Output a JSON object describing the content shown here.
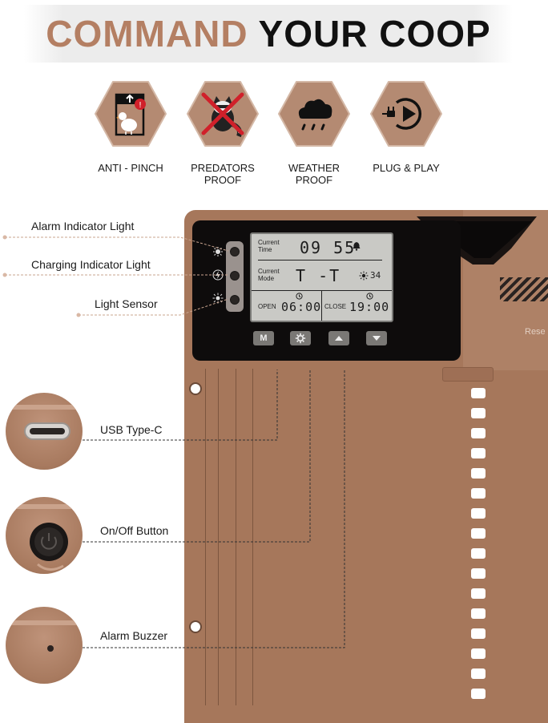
{
  "header": {
    "title_part1": "COMMAND",
    "title_part2": "YOUR COOP"
  },
  "features": [
    {
      "label": "ANTI - PINCH",
      "icon": "anti-pinch-icon"
    },
    {
      "label": "PREDATORS\nPROOF",
      "icon": "predator-proof-icon"
    },
    {
      "label": "WEATHER\nPROOF",
      "icon": "weather-proof-icon"
    },
    {
      "label": "PLUG & PLAY",
      "icon": "plug-play-icon"
    }
  ],
  "callouts": {
    "alarm_indicator": "Alarm Indicator Light",
    "charging_indicator": "Charging Indicator Light",
    "light_sensor": "Light Sensor",
    "usb": "USB Type-C",
    "onoff": "On/Off Button",
    "buzzer": "Alarm Buzzer"
  },
  "lcd": {
    "current_time_label": "Current\nTime",
    "time_value": "09 55",
    "current_mode_label": "Current\nMode",
    "mode_value": "T  -T",
    "light_value": "34",
    "open_label": "OPEN",
    "open_time": "06:00",
    "close_label": "CLOSE",
    "close_time": "19:00"
  },
  "buttons": {
    "m_label": "M"
  },
  "device": {
    "reset_label": "Rese"
  },
  "colors": {
    "accent": "#b47f63",
    "device_body": "#a6775b",
    "hex_fill": "#b48a72",
    "panel": "#0e0c0c"
  }
}
